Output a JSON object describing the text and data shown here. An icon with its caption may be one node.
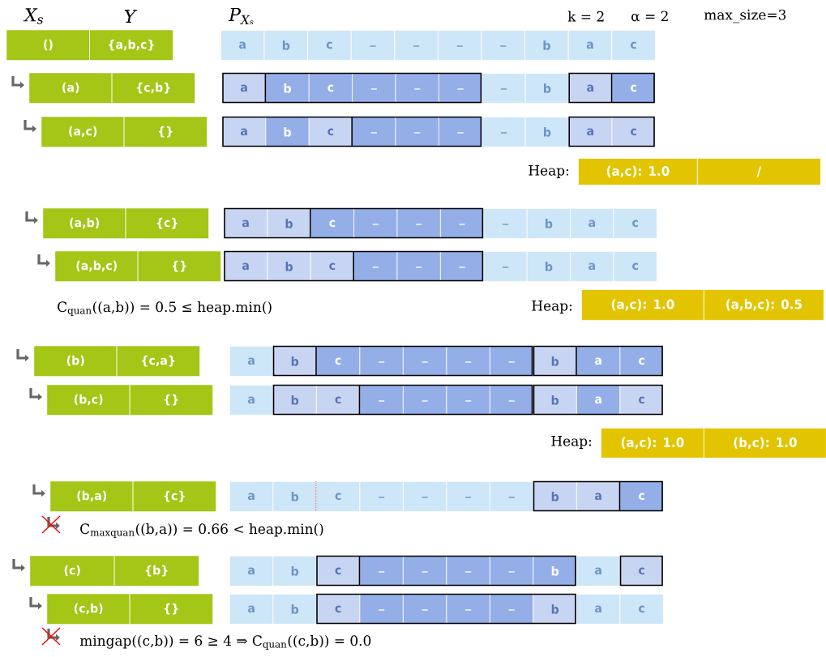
{
  "diagram": {
    "nodes": [
      {
        "text": [
          "()",
          "{a,b,c}"
        ]
      },
      {
        "text": [
          "a"
        ]
      },
      {
        "text": [
          "b"
        ]
      },
      {
        "text": [
          "c"
        ]
      },
      {
        "text": [
          "_"
        ]
      },
      {
        "text": [
          "_"
        ]
      },
      {
        "text": [
          "_"
        ]
      },
      {
        "text": [
          "_"
        ]
      },
      {
        "text": [
          "b"
        ]
      },
      {
        "text": [
          "a"
        ]
      },
      {
        "text": [
          "c"
        ]
      },
      {
        "text": [
          "(a)",
          "{c,b}"
        ]
      },
      {
        "text": [
          "a"
        ]
      },
      {
        "text": [
          "b"
        ]
      },
      {
        "text": [
          "c"
        ]
      },
      {
        "text": [
          "_"
        ]
      },
      {
        "text": [
          "_"
        ]
      },
      {
        "text": [
          "_"
        ]
      },
      {
        "text": [
          "_"
        ]
      },
      {
        "text": [
          "b"
        ]
      },
      {
        "text": [
          "a"
        ]
      },
      {
        "text": [
          "c"
        ]
      },
      {
        "text": [
          "(a,c)",
          "{}"
        ]
      },
      {
        "text": [
          "a"
        ]
      },
      {
        "text": [
          "b"
        ]
      },
      {
        "text": [
          "c"
        ]
      },
      {
        "text": [
          "_"
        ]
      },
      {
        "text": [
          "_"
        ]
      },
      {
        "text": [
          "_"
        ]
      },
      {
        "text": [
          "_"
        ]
      },
      {
        "text": [
          "b"
        ]
      },
      {
        "text": [
          "a"
        ]
      },
      {
        "text": [
          "c"
        ]
      },
      {
        "text": [
          "(a,c): 1.0"
        ]
      },
      {
        "text": [
          "/"
        ]
      },
      {
        "text": [
          "(a,b)",
          "{c}"
        ]
      },
      {
        "text": [
          "a"
        ]
      },
      {
        "text": [
          "b"
        ]
      },
      {
        "text": [
          "c"
        ]
      },
      {
        "text": [
          "_"
        ]
      },
      {
        "text": [
          "_"
        ]
      },
      {
        "text": [
          "_"
        ]
      },
      {
        "text": [
          "_"
        ]
      },
      {
        "text": [
          "b"
        ]
      },
      {
        "text": [
          "a"
        ]
      },
      {
        "text": [
          "c"
        ]
      },
      {
        "text": [
          "(a,b,c)",
          "{}"
        ]
      },
      {
        "text": [
          "a"
        ]
      },
      {
        "text": [
          "b"
        ]
      },
      {
        "text": [
          "c"
        ]
      },
      {
        "text": [
          "_"
        ]
      },
      {
        "text": [
          "_"
        ]
      },
      {
        "text": [
          "_"
        ]
      },
      {
        "text": [
          "_"
        ]
      },
      {
        "text": [
          "b"
        ]
      },
      {
        "text": [
          "a"
        ]
      },
      {
        "text": [
          "c"
        ]
      },
      {
        "text": [
          "(a,c): 1.0"
        ]
      },
      {
        "text": [
          "(a,b,c): 0.5"
        ]
      },
      {
        "text": [
          "(b)",
          "{c,a}"
        ]
      },
      {
        "text": [
          "a"
        ]
      },
      {
        "text": [
          "b"
        ]
      },
      {
        "text": [
          "c"
        ]
      },
      {
        "text": [
          "_"
        ]
      },
      {
        "text": [
          "_"
        ]
      },
      {
        "text": [
          "_"
        ]
      },
      {
        "text": [
          "_"
        ]
      },
      {
        "text": [
          "b"
        ]
      },
      {
        "text": [
          "a"
        ]
      },
      {
        "text": [
          "c"
        ]
      },
      {
        "text": [
          "(b,c)",
          "{}"
        ]
      },
      {
        "text": [
          "a"
        ]
      },
      {
        "text": [
          "b"
        ]
      },
      {
        "text": [
          "c"
        ]
      },
      {
        "text": [
          "_"
        ]
      },
      {
        "text": [
          "_"
        ]
      },
      {
        "text": [
          "_"
        ]
      },
      {
        "text": [
          "_"
        ]
      },
      {
        "text": [
          "b"
        ]
      },
      {
        "text": [
          "a"
        ]
      },
      {
        "text": [
          "c"
        ]
      },
      {
        "text": [
          "(a,c): 1.0"
        ]
      },
      {
        "text": [
          "(b,c): 1.0"
        ]
      },
      {
        "text": [
          "(b,a)",
          "{c}"
        ]
      },
      {
        "text": [
          "a"
        ]
      },
      {
        "text": [
          "b"
        ]
      },
      {
        "text": [
          "c"
        ]
      },
      {
        "text": [
          "_"
        ]
      },
      {
        "text": [
          "_"
        ]
      },
      {
        "text": [
          "_"
        ]
      },
      {
        "text": [
          "_"
        ]
      },
      {
        "text": [
          "b"
        ]
      },
      {
        "text": [
          "a"
        ]
      },
      {
        "text": [
          "c"
        ]
      },
      {
        "text": [
          "(c)",
          "{b}"
        ]
      },
      {
        "text": [
          "a"
        ]
      },
      {
        "text": [
          "b"
        ]
      },
      {
        "text": [
          "c"
        ]
      },
      {
        "text": [
          "_"
        ]
      },
      {
        "text": [
          "_"
        ]
      },
      {
        "text": [
          "_"
        ]
      },
      {
        "text": [
          "_"
        ]
      },
      {
        "text": [
          "b"
        ]
      },
      {
        "text": [
          "a"
        ]
      },
      {
        "text": [
          "c"
        ]
      },
      {
        "text": [
          "(c,b)",
          "{}"
        ]
      },
      {
        "text": [
          "a"
        ]
      },
      {
        "text": [
          "b"
        ]
      },
      {
        "text": [
          "c"
        ]
      },
      {
        "text": [
          "_"
        ]
      },
      {
        "text": [
          "_"
        ]
      },
      {
        "text": [
          "_"
        ]
      },
      {
        "text": [
          "_"
        ]
      },
      {
        "text": [
          "b"
        ]
      },
      {
        "text": [
          "a"
        ]
      },
      {
        "text": [
          "c"
        ]
      }
    ],
    "labels": [
      "X$_{s}$",
      "Y",
      "P$_{Xₛ}$",
      "k = 2",
      "α = 2",
      "max_size=3",
      "Heap:",
      "C$_{quan}$((a,b)) = 0.5 ≤ heap.min()",
      "Heap:",
      "Heap:",
      "C$_{maxquan}$((b,a)) = 0.66 < heap.min()",
      "mingap((c,b)) = 6 ≥ 4 ⇒ C$_{quan}$((c,b)) = 0.0"
    ]
  }
}
